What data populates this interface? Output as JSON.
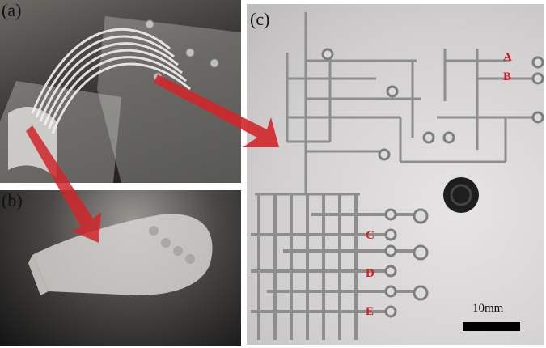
{
  "panels": {
    "a": {
      "label": "(a)"
    },
    "b": {
      "label": "(b)"
    },
    "c": {
      "label": "(c)",
      "valve_labels": [
        "A",
        "B",
        "C",
        "D",
        "E"
      ],
      "scale_bar": "10mm"
    }
  },
  "colors": {
    "arrow": "#d0262a",
    "label_red": "#e0141c",
    "channel": "#8e8e8e"
  }
}
